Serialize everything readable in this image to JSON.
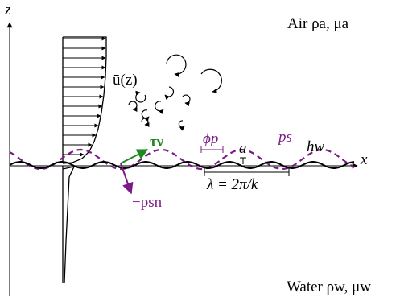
{
  "labels": {
    "z_axis": "z",
    "x_axis": "x",
    "air": "Air ρa, μa",
    "water": "Water ρw, μw",
    "mean_wind": "ū(z)",
    "tau": "τν",
    "pressure_force": "−psn",
    "phase": "ϕp",
    "amplitude": "a",
    "surface_pressure": "ps",
    "wave_height": "hw",
    "wavelength": "λ = 2π/k"
  },
  "colors": {
    "wave": "#000000",
    "pressure": "#7b1a86",
    "shear": "#1f8a1f"
  },
  "icons": {
    "vortex": "rotating-arrow-icon"
  }
}
